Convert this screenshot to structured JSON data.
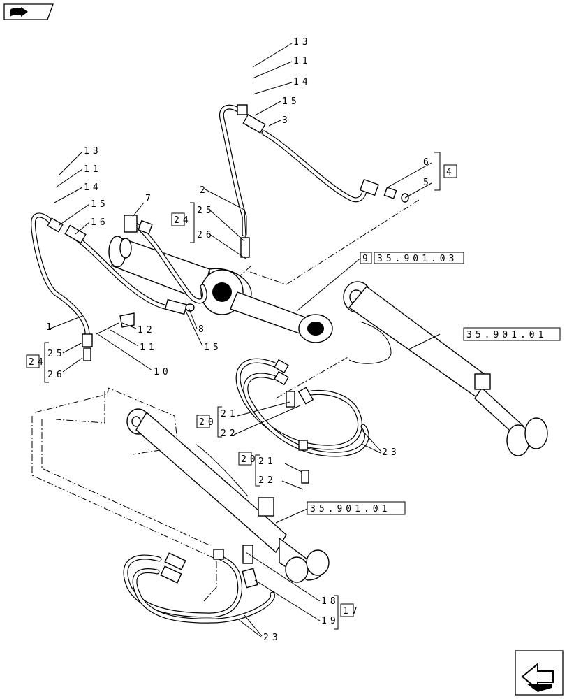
{
  "labels": {
    "l13a": "13",
    "l11a": "11",
    "l14a": "14",
    "l15a": "15",
    "l3": "3",
    "l6": "6",
    "l4": "4",
    "l5": "5",
    "l13b": "13",
    "l11b": "11",
    "l14b": "14",
    "l15b": "15",
    "l16": "16",
    "l7": "7",
    "l2": "2",
    "l24": "24",
    "l25a": "25",
    "l26a": "26",
    "l9": "9",
    "ref1": "35.901.03",
    "l1": "1",
    "l12": "12",
    "l11c": "11",
    "l10": "10",
    "l8": "8",
    "l15c": "15",
    "l24b": "24",
    "l25b": "25",
    "l26b": "26",
    "ref2": "35.901.01",
    "l20a": "20",
    "l21a": "21",
    "l22a": "22",
    "l23a": "23",
    "l20b": "20",
    "l21b": "21",
    "l22b": "22",
    "ref3": "35.901.01",
    "l18": "18",
    "l17": "17",
    "l19": "19",
    "l23b": "23"
  },
  "icons": {
    "top_left": "book-navigation-icon",
    "bottom_right": "next-page-arrow-icon"
  }
}
